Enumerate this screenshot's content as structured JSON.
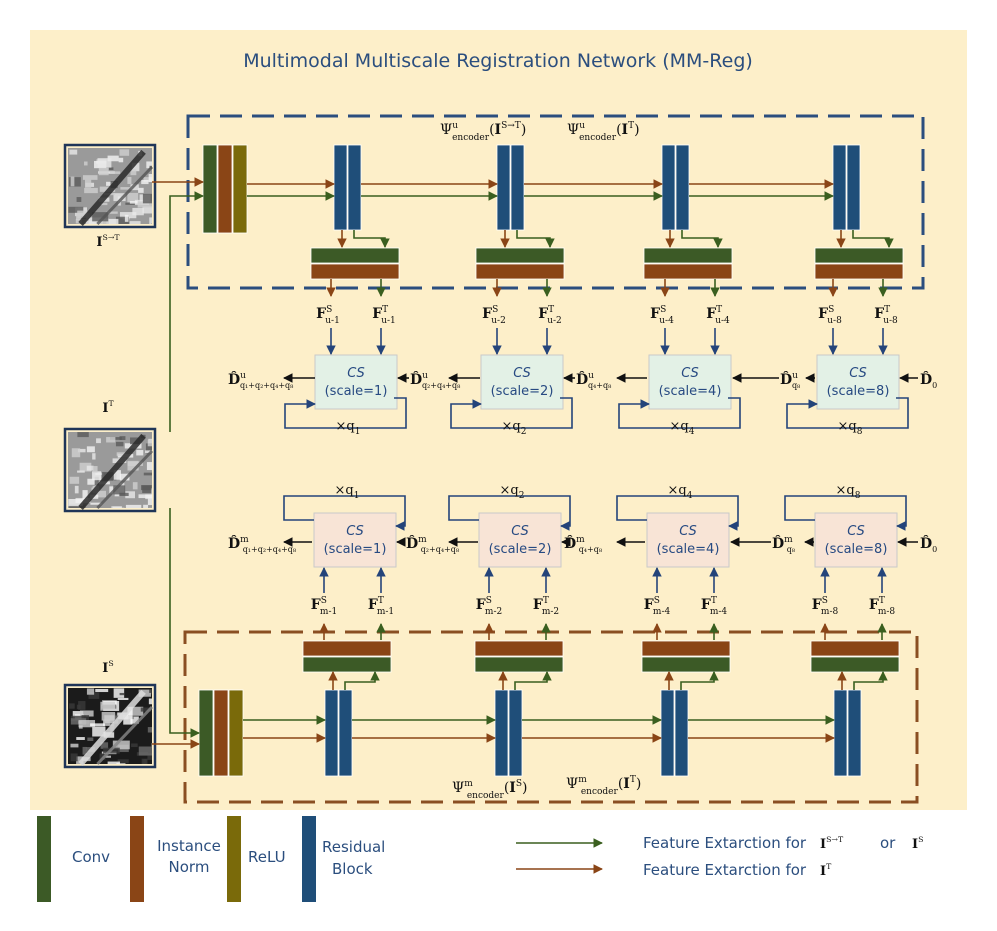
{
  "title": "Multimodal Multiscale Registration Network (MM-Reg)",
  "colors": {
    "panel_bg": "#fdefc9",
    "conv": "#3c5a26",
    "norm": "#8a4516",
    "relu": "#7a6a0a",
    "residual": "#1f4e79",
    "dash_top": "#2b4e7e",
    "dash_bottom": "#8a4f22",
    "arrow_s": "#3a5f1f",
    "arrow_t": "#8a4516",
    "cs_top_fill": "#e3f1e6",
    "cs_bottom_fill": "#f8e4d6",
    "cs_text": "#274a82"
  },
  "images": {
    "warped": {
      "main": "I",
      "sup": "S→T"
    },
    "target": {
      "main": "I",
      "sup": "T"
    },
    "source": {
      "main": "I",
      "sup": "S"
    }
  },
  "upper": {
    "encoder_labels": [
      {
        "psi": "Ψ",
        "sup": "u",
        "sub": "encoder",
        "arg": "I",
        "arg_sup": "S→T"
      },
      {
        "psi": "Ψ",
        "sup": "u",
        "sub": "encoder",
        "arg": "I",
        "arg_sup": "T"
      }
    ],
    "features": [
      {
        "s": "F",
        "s_sup": "S",
        "s_sub": "u-1",
        "t": "F",
        "t_sup": "T",
        "t_sub": "u-1"
      },
      {
        "s": "F",
        "s_sup": "S",
        "s_sub": "u-2",
        "t": "F",
        "t_sup": "T",
        "t_sub": "u-2"
      },
      {
        "s": "F",
        "s_sup": "S",
        "s_sub": "u-4",
        "t": "F",
        "t_sup": "T",
        "t_sub": "u-4"
      },
      {
        "s": "F",
        "s_sup": "S",
        "s_sub": "u-8",
        "t": "F",
        "t_sup": "T",
        "t_sub": "u-8"
      }
    ],
    "cs": [
      {
        "name": "CS",
        "scale": "(scale=1)",
        "loop": "×q",
        "loop_sub": "1"
      },
      {
        "name": "CS",
        "scale": "(scale=2)",
        "loop": "×q",
        "loop_sub": "2"
      },
      {
        "name": "CS",
        "scale": "(scale=4)",
        "loop": "×q",
        "loop_sub": "4"
      },
      {
        "name": "CS",
        "scale": "(scale=8)",
        "loop": "×q",
        "loop_sub": "8"
      }
    ],
    "deform": [
      {
        "main": "D̂",
        "sup": "u",
        "sub": "q₁+q₂+q₄+q₈"
      },
      {
        "main": "D̂",
        "sup": "u",
        "sub": "q₂+q₄+q₈"
      },
      {
        "main": "D̂",
        "sup": "u",
        "sub": "q₄+q₈"
      },
      {
        "main": "D̂",
        "sup": "u",
        "sub": "q₈"
      },
      {
        "main": "D̂",
        "sup": "",
        "sub": "0"
      }
    ]
  },
  "lower": {
    "encoder_labels": [
      {
        "psi": "Ψ",
        "sup": "m",
        "sub": "encoder",
        "arg": "I",
        "arg_sup": "S"
      },
      {
        "psi": "Ψ",
        "sup": "m",
        "sub": "encoder",
        "arg": "I",
        "arg_sup": "T"
      }
    ],
    "features": [
      {
        "s": "F",
        "s_sup": "S",
        "s_sub": "m-1",
        "t": "F",
        "t_sup": "T",
        "t_sub": "m-1"
      },
      {
        "s": "F",
        "s_sup": "S",
        "s_sub": "m-2",
        "t": "F",
        "t_sup": "T",
        "t_sub": "m-2"
      },
      {
        "s": "F",
        "s_sup": "S",
        "s_sub": "m-4",
        "t": "F",
        "t_sup": "T",
        "t_sub": "m-4"
      },
      {
        "s": "F",
        "s_sup": "S",
        "s_sub": "m-8",
        "t": "F",
        "t_sup": "T",
        "t_sub": "m-8"
      }
    ],
    "cs": [
      {
        "name": "CS",
        "scale": "(scale=1)",
        "loop": "×q",
        "loop_sub": "1"
      },
      {
        "name": "CS",
        "scale": "(scale=2)",
        "loop": "×q",
        "loop_sub": "2"
      },
      {
        "name": "CS",
        "scale": "(scale=4)",
        "loop": "×q",
        "loop_sub": "4"
      },
      {
        "name": "CS",
        "scale": "(scale=8)",
        "loop": "×q",
        "loop_sub": "8"
      }
    ],
    "deform": [
      {
        "main": "D̂",
        "sup": "m",
        "sub": "q₁+q₂+q₄+q₈"
      },
      {
        "main": "D̂",
        "sup": "m",
        "sub": "q₂+q₄+q₈"
      },
      {
        "main": "D̂",
        "sup": "m",
        "sub": "q₄+q₈"
      },
      {
        "main": "D̂",
        "sup": "m",
        "sub": "q₈"
      },
      {
        "main": "D̂",
        "sup": "",
        "sub": "0"
      }
    ]
  },
  "legend": {
    "conv": "Conv",
    "norm_line1": "Instance",
    "norm_line2": "Norm",
    "relu": "ReLU",
    "res_line1": "Residual",
    "res_line2": "Block",
    "arrow_s_text": "Feature Extarction for",
    "arrow_s_sym1": {
      "main": "I",
      "sup": "S→T"
    },
    "arrow_s_or": "or",
    "arrow_s_sym2": {
      "main": "I",
      "sup": "S"
    },
    "arrow_t_text": "Feature Extarction for",
    "arrow_t_sym": {
      "main": "I",
      "sup": "T"
    }
  }
}
